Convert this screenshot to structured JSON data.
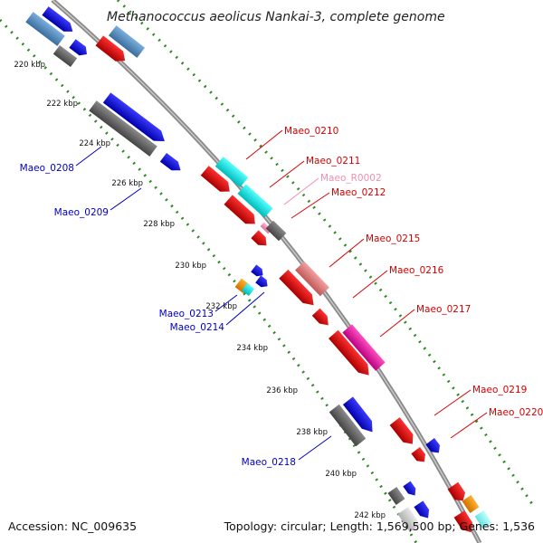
{
  "title": "Methanococcus aeolicus Nankai-3, complete genome",
  "footer": {
    "accession": "Accession: NC_009635",
    "summary": "Topology: circular; Length: 1,569,500 bp; Genes: 1,536"
  },
  "colors": {
    "backbone": "#8a8a8a",
    "tick_track": "#2e8b22",
    "forward_label": "#d40000",
    "reverse_label": "#0000c0",
    "rna_label": "#f08fb0"
  },
  "ticks": [
    "220 kbp",
    "222 kbp",
    "224 kbp",
    "226 kbp",
    "228 kbp",
    "230 kbp",
    "232 kbp",
    "234 kbp",
    "236 kbp",
    "238 kbp",
    "240 kbp",
    "242 kbp"
  ],
  "labels": {
    "forward": [
      "Maeo_0210",
      "Maeo_0211",
      "Maeo_R0002",
      "Maeo_0212",
      "Maeo_0215",
      "Maeo_0216",
      "Maeo_0217",
      "Maeo_0219",
      "Maeo_0220"
    ],
    "reverse": [
      "Maeo_0208",
      "Maeo_0209",
      "Maeo_0213",
      "Maeo_0214",
      "Maeo_0218"
    ]
  }
}
